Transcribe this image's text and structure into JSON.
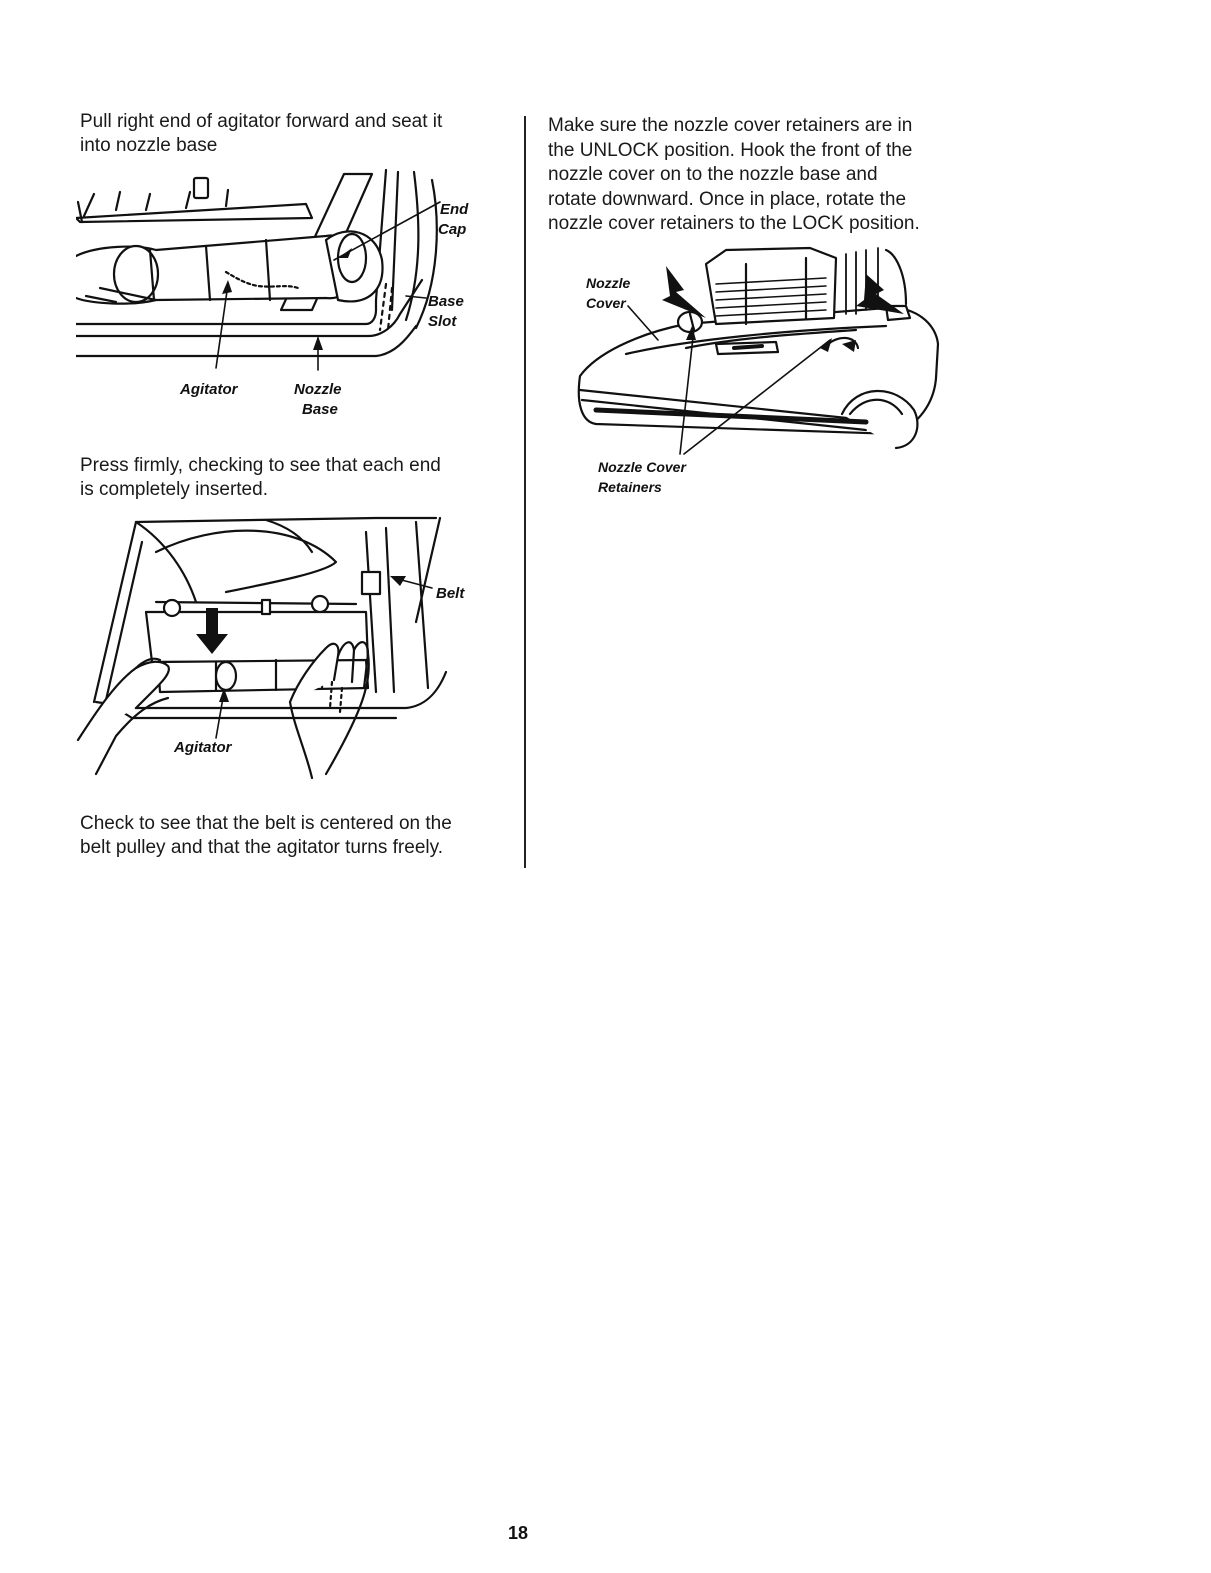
{
  "left_column": {
    "step1": {
      "lines": [
        "Pull right end of agitator forward and seat it",
        "into nozzle base"
      ],
      "labels": {
        "end": "End",
        "cap": "Cap",
        "base": "Base",
        "slot": "Slot",
        "agitator": "Agitator",
        "nozzle": "Nozzle",
        "nozzle_base": "Base"
      }
    },
    "step2": {
      "lines": [
        "Press firmly, checking to see that each end",
        "is completely inserted."
      ],
      "labels": {
        "belt": "Belt",
        "agitator": "Agitator"
      }
    },
    "step3": {
      "lines": [
        "Check to see that the belt is centered on the",
        "belt pulley and that the agitator turns freely."
      ]
    }
  },
  "right_column": {
    "step4": {
      "lines": [
        "Make sure the nozzle cover retainers are in",
        "the UNLOCK position.  Hook the front of the",
        "nozzle cover on to the nozzle base and",
        "rotate downward.  Once in place, rotate the",
        "nozzle cover retainers to the LOCK position."
      ],
      "labels": {
        "nozzle": "Nozzle",
        "cover": "Cover",
        "retainers_1": "Nozzle Cover",
        "retainers_2": "Retainers"
      }
    }
  },
  "page_number": "18"
}
